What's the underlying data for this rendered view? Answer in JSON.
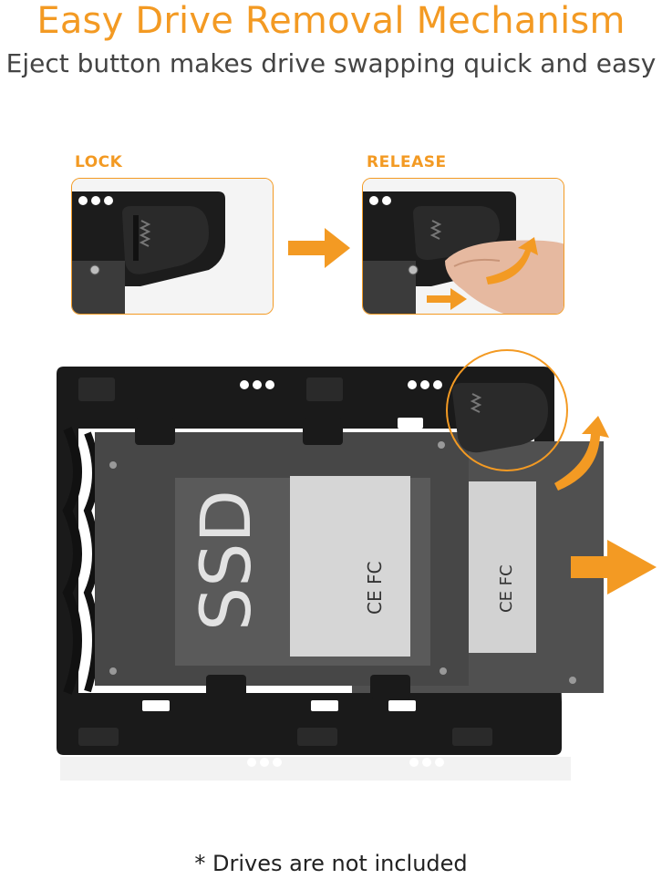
{
  "header": {
    "title": "Easy Drive Removal Mechanism",
    "subtitle": "Eject button makes drive swapping quick and easy"
  },
  "steps": [
    {
      "label": "LOCK"
    },
    {
      "label": "RELEASE"
    }
  ],
  "drive": {
    "label": "SSD",
    "cert_mark": "CE FC"
  },
  "footnote": "* Drives are not included",
  "colors": {
    "accent": "#f39a23",
    "tray": "#1a1a1a",
    "drive": "#4a4a4a"
  }
}
